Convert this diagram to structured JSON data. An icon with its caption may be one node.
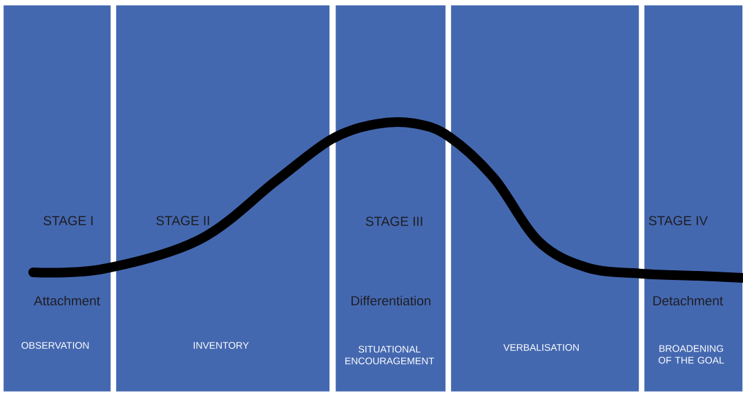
{
  "diagram": {
    "nodes": [
      {
        "text": [
          "STAGE I",
          "Attachment",
          "OBSERVATION"
        ]
      },
      {
        "text": [
          "STAGE II",
          "INVENTORY"
        ]
      },
      {
        "text": [
          "STAGE III",
          "Differentiation",
          "SITUATIONAL ENCOURAGEMENT"
        ]
      },
      {
        "text": [
          "VERBALISATION"
        ]
      },
      {
        "text": [
          "STAGE IV",
          "Detachment",
          "BROADENING OF THE GOAL"
        ]
      }
    ]
  }
}
